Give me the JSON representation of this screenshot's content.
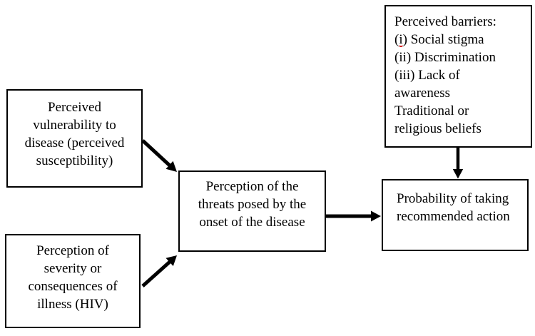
{
  "colors": {
    "background": "#ffffff",
    "box_border": "#000000",
    "text": "#000000",
    "arrow": "#000000",
    "spellcheck_mark": "#cc0000"
  },
  "boxes": {
    "vulnerability": {
      "lines": [
        "Perceived",
        "vulnerability to",
        "disease (perceived",
        "susceptibility)"
      ]
    },
    "severity": {
      "lines": [
        "Perception of",
        "severity or",
        "consequences of",
        "illness (HIV)"
      ]
    },
    "threat": {
      "lines": [
        "Perception of the",
        "threats posed by the",
        "onset of the disease"
      ]
    },
    "probability": {
      "lines": [
        "Probability of taking",
        "recommended action"
      ]
    },
    "barriers": {
      "heading": "Perceived barriers:",
      "item_i_marker": "(i)",
      "item_i_text": "Social stigma",
      "lines": [
        "(ii) Discrimination",
        "(iii) Lack of",
        "awareness",
        "Traditional or",
        "religious beliefs"
      ]
    }
  },
  "edges": [
    {
      "from": "perceived-vulnerability-box",
      "to": "threat-perception-box"
    },
    {
      "from": "perceived-severity-box",
      "to": "threat-perception-box"
    },
    {
      "from": "threat-perception-box",
      "to": "probability-action-box"
    },
    {
      "from": "perceived-barriers-box",
      "to": "probability-action-box"
    }
  ]
}
